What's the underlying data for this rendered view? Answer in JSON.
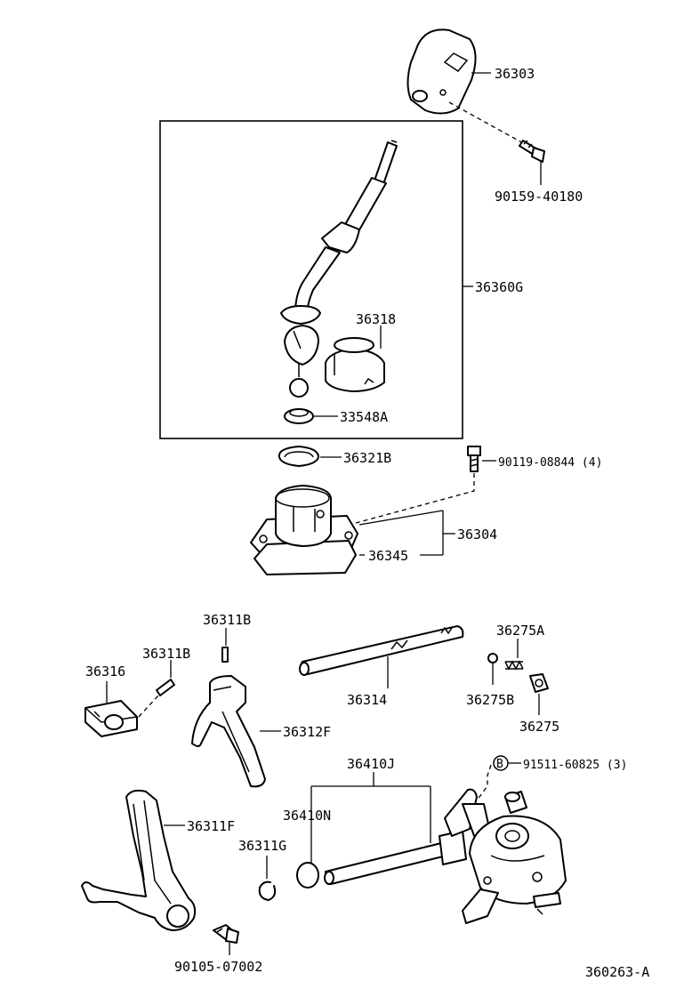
{
  "diagram_id": "360263-A",
  "parts": {
    "p36303": "36303",
    "p90159": "90159-40180",
    "p36360G": "36360G",
    "p36318": "36318",
    "p33548A": "33548A",
    "p36321B": "36321B",
    "p90119": "90119-08844 (4)",
    "p36304": "36304",
    "p36345": "36345",
    "p36311B_a": "36311B",
    "p36311B_b": "36311B",
    "p36316": "36316",
    "p36312F": "36312F",
    "p36314": "36314",
    "p36275A": "36275A",
    "p36275B": "36275B",
    "p36275": "36275",
    "p36410J": "36410J",
    "p91511": "91511-60825 (3)",
    "p91511_marker": "B",
    "p36410N": "36410N",
    "p36311F": "36311F",
    "p36311G": "36311G",
    "p90105": "90105-07002"
  }
}
